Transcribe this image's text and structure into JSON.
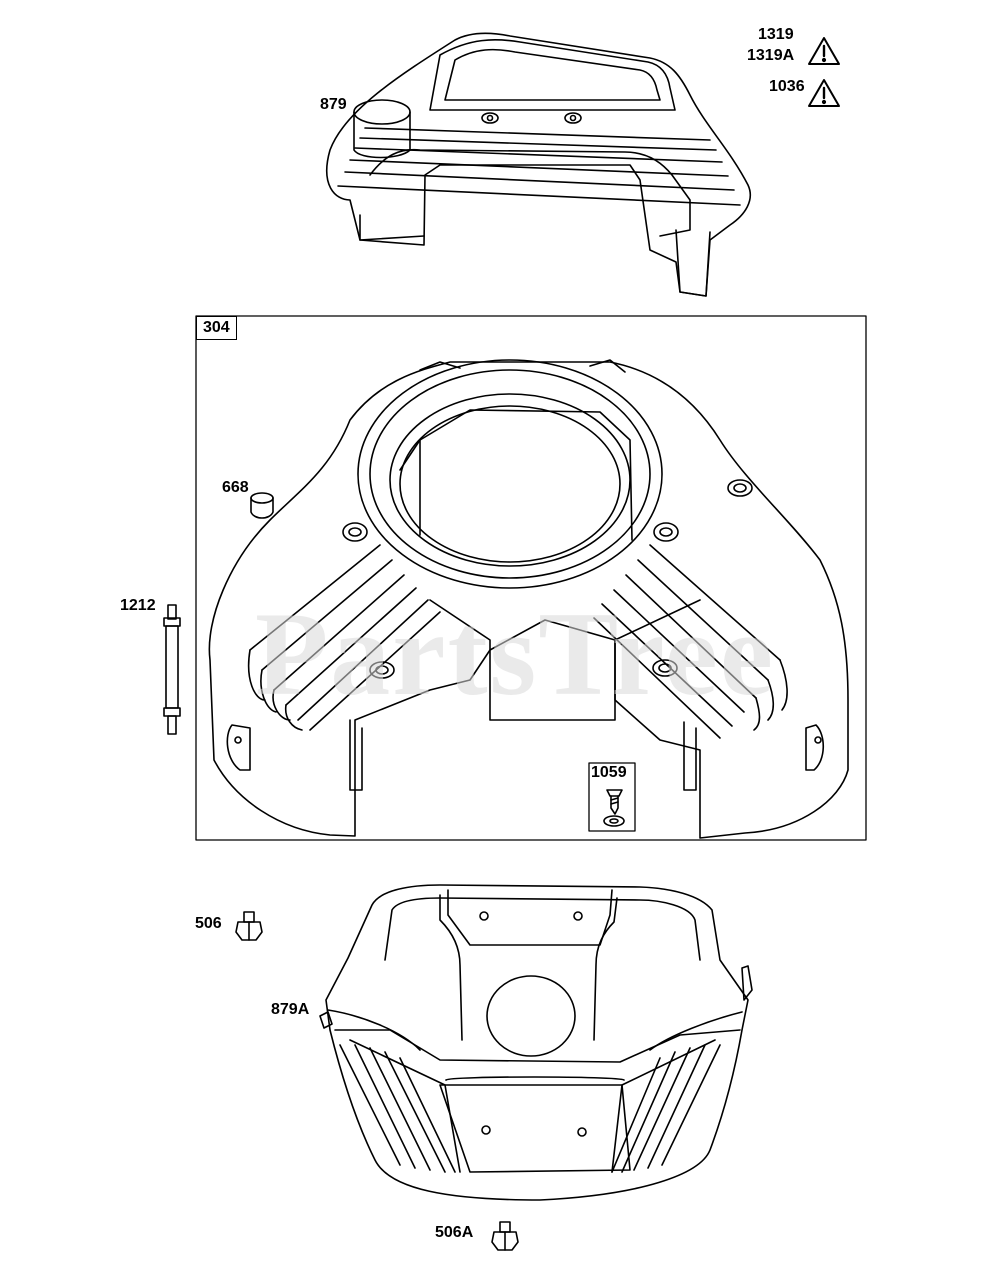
{
  "watermark": "PartsTree",
  "labels": {
    "l879": "879",
    "l1319": "1319",
    "l1319a": "1319A",
    "l1036": "1036",
    "l304": "304",
    "l668": "668",
    "l1212": "1212",
    "l1059": "1059",
    "l506": "506",
    "l879a": "879A",
    "l506a": "506A"
  },
  "icons": {
    "warning": "warning-triangle-icon",
    "bolt": "bolt-icon",
    "screw": "screw-icon",
    "washer": "washer-icon",
    "stud": "stud-icon",
    "bushing": "bushing-icon"
  },
  "colors": {
    "line": "#000000",
    "watermark": "#d9d9d9",
    "background": "#ffffff"
  }
}
